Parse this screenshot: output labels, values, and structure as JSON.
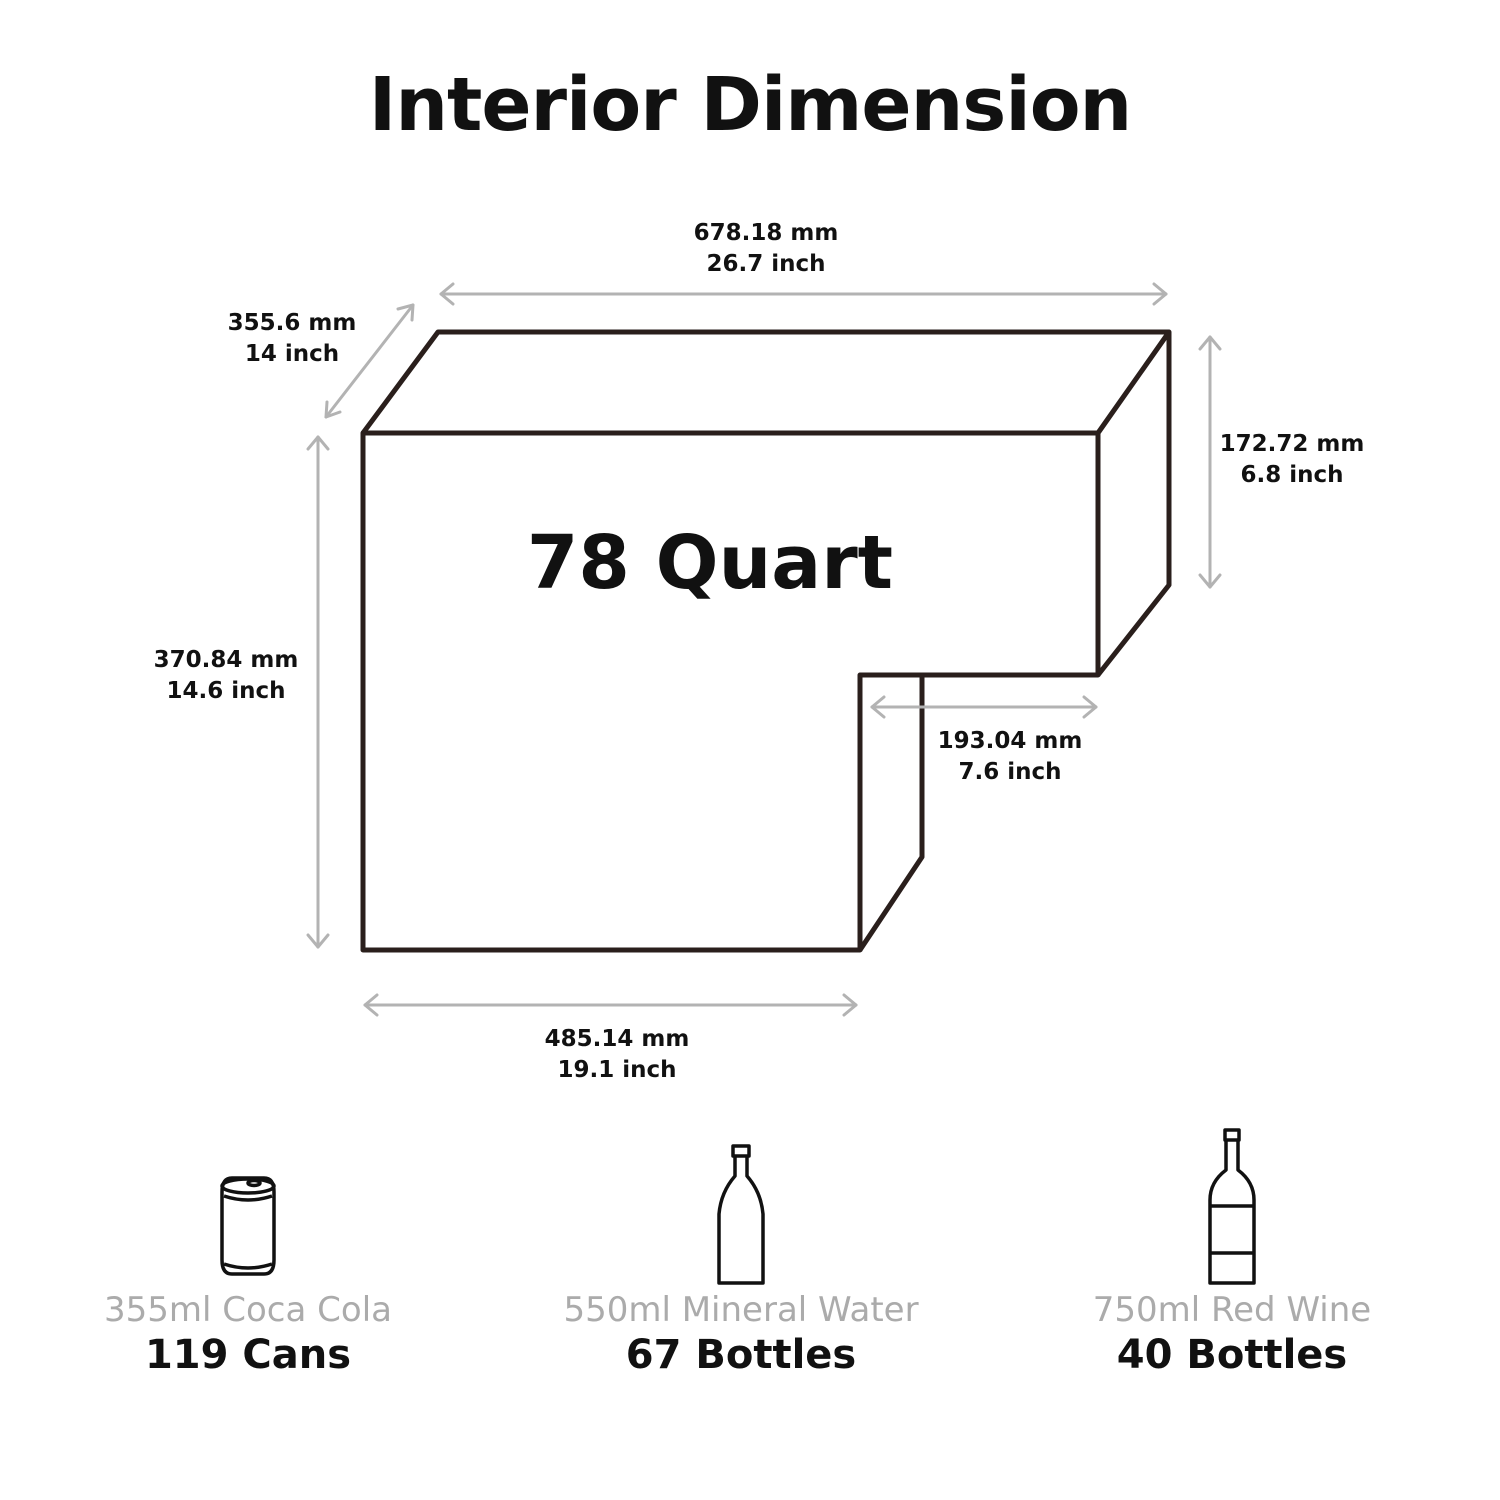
{
  "title": "Interior Dimension",
  "capacity_label": "78 Quart",
  "dimensions": {
    "top_width": {
      "mm": "678.18 mm",
      "inch": "26.7 inch"
    },
    "depth": {
      "mm": "355.6 mm",
      "inch": "14 inch"
    },
    "upper_height": {
      "mm": "172.72 mm",
      "inch": "6.8 inch"
    },
    "total_height": {
      "mm": "370.84 mm",
      "inch": "14.6 inch"
    },
    "step_width": {
      "mm": "193.04 mm",
      "inch": "7.6 inch"
    },
    "bottom_width": {
      "mm": "485.14 mm",
      "inch": "19.1 inch"
    }
  },
  "items": [
    {
      "icon": "can-icon",
      "description": "355ml Coca Cola",
      "count": "119 Cans"
    },
    {
      "icon": "water-bottle-icon",
      "description": "550ml Mineral Water",
      "count": "67 Bottles"
    },
    {
      "icon": "wine-bottle-icon",
      "description": "750ml Red Wine",
      "count": "40 Bottles"
    }
  ],
  "colors": {
    "outline": "#2a1f1c",
    "arrow": "#b3b3b3",
    "muted_text": "#ababab"
  }
}
